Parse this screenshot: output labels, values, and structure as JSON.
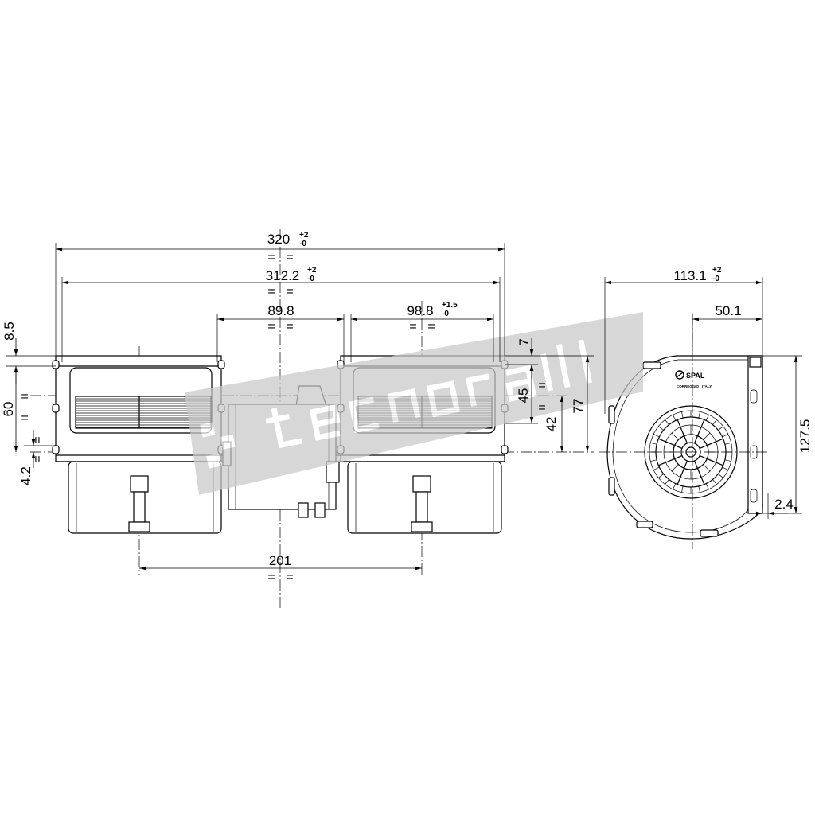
{
  "dimensions": {
    "overall_length": {
      "value": "320",
      "tol_plus": "+2",
      "tol_minus": "-0"
    },
    "inner_length": {
      "value": "312.2",
      "tol_plus": "+2",
      "tol_minus": "-0"
    },
    "motor_width": {
      "value": "89.8"
    },
    "inlet_width": {
      "value": "98.8",
      "tol_plus": "+1.5",
      "tol_minus": "-0"
    },
    "wheel_spacing": {
      "value": "201"
    },
    "flange_height": {
      "value": "8.5"
    },
    "outlet_height": {
      "value": "60"
    },
    "flange_offset": {
      "value": "4.2"
    },
    "top_offset": {
      "value": "7"
    },
    "axis_height": {
      "value": "45"
    },
    "axis_to_base": {
      "value": "42"
    },
    "total_height": {
      "value": "77"
    },
    "depth": {
      "value": "113.1",
      "tol_plus": "+2",
      "tol_minus": "-0"
    },
    "axis_depth": {
      "value": "50.1"
    },
    "side_height": {
      "value": "127.5"
    },
    "lip": {
      "value": "2.4"
    }
  },
  "symbols": {
    "equal": "="
  },
  "logo": {
    "brand": "SPAL",
    "city": "CORREGGIO",
    "country": "ITALY"
  },
  "colors": {
    "line": "#000000",
    "watermark": "#c9c9c9",
    "background": "#ffffff"
  }
}
